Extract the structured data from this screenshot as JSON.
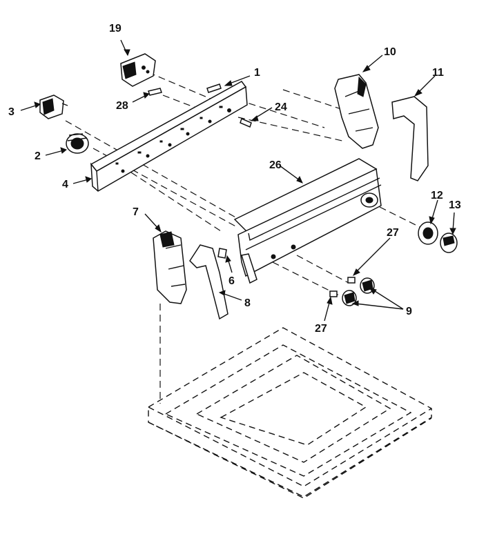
{
  "diagram": {
    "callouts": [
      {
        "id": "1",
        "text": "1"
      },
      {
        "id": "2",
        "text": "2"
      },
      {
        "id": "3",
        "text": "3"
      },
      {
        "id": "4",
        "text": "4"
      },
      {
        "id": "6",
        "text": "6"
      },
      {
        "id": "7",
        "text": "7"
      },
      {
        "id": "8",
        "text": "8"
      },
      {
        "id": "9",
        "text": "9"
      },
      {
        "id": "10",
        "text": "10"
      },
      {
        "id": "11",
        "text": "11"
      },
      {
        "id": "12",
        "text": "12"
      },
      {
        "id": "13",
        "text": "13"
      },
      {
        "id": "19",
        "text": "19"
      },
      {
        "id": "24",
        "text": "24"
      },
      {
        "id": "26",
        "text": "26"
      },
      {
        "id": "27a",
        "text": "27"
      },
      {
        "id": "27b",
        "text": "27"
      },
      {
        "id": "28",
        "text": "28"
      }
    ]
  }
}
